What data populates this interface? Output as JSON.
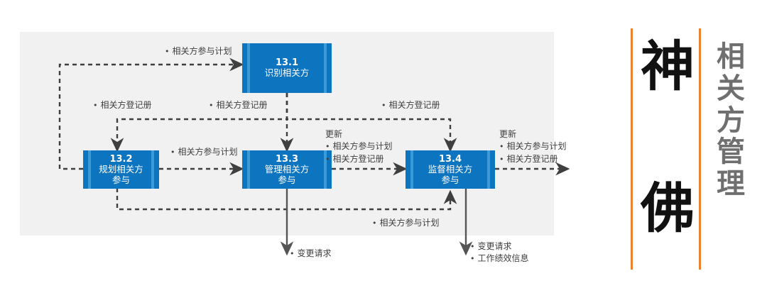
{
  "diagram": {
    "background_color": "#f1f1f1",
    "box_color": "#0d74c0",
    "box_accent_color": "#3d9ad8",
    "connector_color": "#3f3f3f",
    "processes": [
      {
        "id": "13.1",
        "number": "13.1",
        "name": "识别相关方"
      },
      {
        "id": "13.2",
        "number": "13.2",
        "name": "规划相关方\n参与",
        "line1": "规划相关方",
        "line2": "参与"
      },
      {
        "id": "13.3",
        "number": "13.3",
        "name": "管理相关方\n参与",
        "line1": "管理相关方",
        "line2": "参与"
      },
      {
        "id": "13.4",
        "number": "13.4",
        "name": "监督相关方\n参与",
        "line1": "监督相关方",
        "line2": "参与"
      }
    ],
    "labels": {
      "top_to_131": "相关方参与计划",
      "reg_left": "相关方登记册",
      "reg_mid": "相关方登记册",
      "reg_right": "相关方登记册",
      "plan_132_133": "相关方参与计划",
      "update_header_133": "更新",
      "update_133_a": "相关方参与计划",
      "update_133_b": "相关方登记册",
      "update_header_134": "更新",
      "update_134_a": "相关方参与计划",
      "update_134_b": "相关方登记册",
      "plan_bottom": "相关方参与计划",
      "out_133": "变更请求",
      "out_134_a": "变更请求",
      "out_134_b": "工作绩效信息"
    }
  },
  "title_panel": {
    "rule_color": "#ed8130",
    "brand_chars": [
      "神",
      "佛"
    ],
    "subtitle_chars": [
      "相",
      "关",
      "方",
      "管",
      "理"
    ],
    "subtitle_color": "#6f6f6f",
    "brand_color": "#111111"
  }
}
